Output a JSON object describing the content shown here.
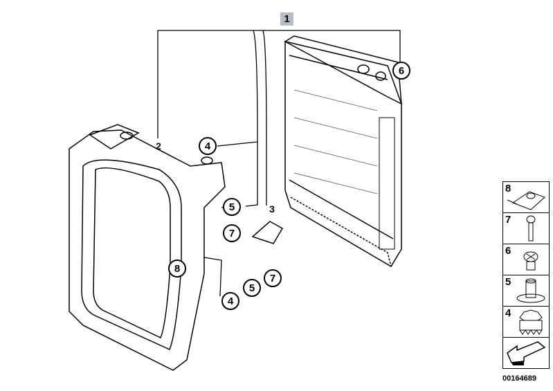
{
  "callouts": {
    "main": "1",
    "shroud": "2",
    "bracket": "3",
    "item4_top": "4",
    "item5_top": "5",
    "item7_top": "7",
    "item6": "6",
    "item8": "8",
    "item4_bottom": "4",
    "item5_bottom": "5",
    "item7_bottom": "7"
  },
  "legend": {
    "items": [
      {
        "number": "8",
        "icon": "clip-nut-icon"
      },
      {
        "number": "7",
        "icon": "bolt-icon"
      },
      {
        "number": "6",
        "icon": "screw-plug-icon"
      },
      {
        "number": "5",
        "icon": "bushing-icon"
      },
      {
        "number": "4",
        "icon": "rubber-mount-icon"
      }
    ],
    "arrow_icon": "direction-arrow-icon"
  },
  "document_number": "00164689"
}
